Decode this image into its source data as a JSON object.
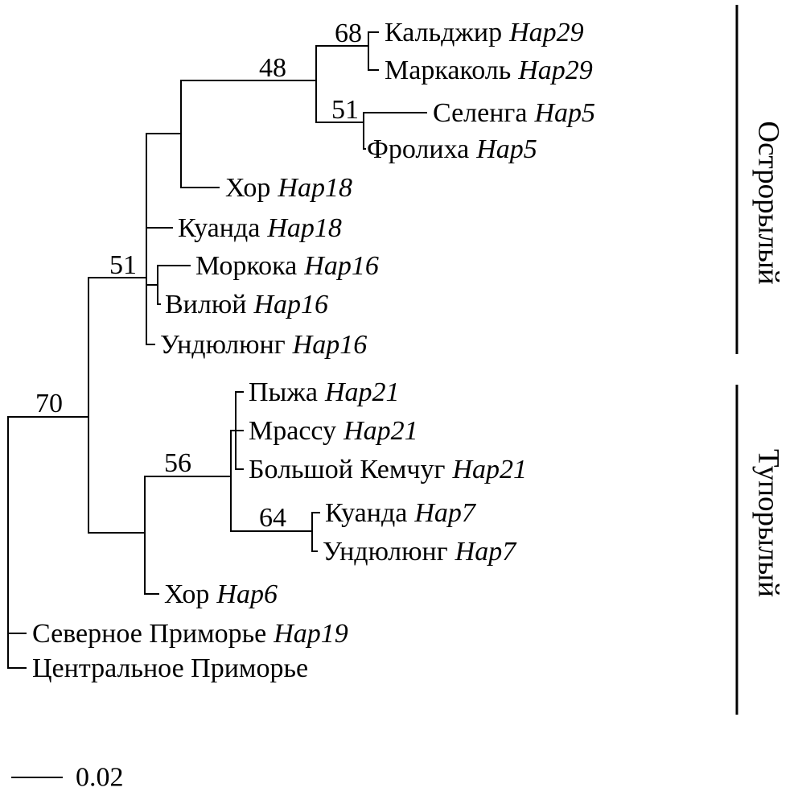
{
  "figure": {
    "type": "phylogenetic-tree",
    "taxa": [
      {
        "location": "Кальджир",
        "haplotype": "Hap29"
      },
      {
        "location": "Маркаколь",
        "haplotype": "Hap29"
      },
      {
        "location": "Селенга",
        "haplotype": "Hap5"
      },
      {
        "location": "Фролиха",
        "haplotype": "Hap5"
      },
      {
        "location": "Хор",
        "haplotype": "Hap18"
      },
      {
        "location": "Куанда",
        "haplotype": "Hap18"
      },
      {
        "location": "Моркока",
        "haplotype": "Hap16"
      },
      {
        "location": "Вилюй",
        "haplotype": "Hap16"
      },
      {
        "location": "Ундюлюнг",
        "haplotype": "Hap16"
      },
      {
        "location": "Пыжа",
        "haplotype": "Hap21"
      },
      {
        "location": "Мрассу",
        "haplotype": "Hap21"
      },
      {
        "location": "Большой Кемчуг",
        "haplotype": "Hap21"
      },
      {
        "location": "Куанда",
        "haplotype": "Hap7"
      },
      {
        "location": "Ундюлюнг",
        "haplotype": "Hap7"
      },
      {
        "location": "Хор",
        "haplotype": "Hap6"
      },
      {
        "location": "Северное Приморье",
        "haplotype": "Hap19"
      },
      {
        "location": "Центральное Приморье",
        "haplotype": ""
      }
    ],
    "bootstrap": {
      "hap29_clade": "68",
      "hap29_hap5_clade": "48",
      "hap5_clade": "51",
      "sharp_snouted_clade": "51",
      "main_split": "70",
      "hap21_hap7_clade": "56",
      "hap7_clade": "64"
    },
    "groups": [
      {
        "label": "Острорылый"
      },
      {
        "label": "Тупорылый"
      }
    ],
    "scale_bar": {
      "label": "0.02"
    },
    "line_color": "#000000"
  }
}
